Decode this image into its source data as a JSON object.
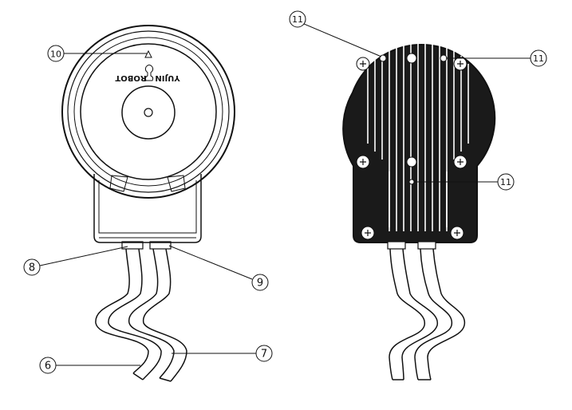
{
  "colors": {
    "stroke": "#111111",
    "plate": "#1a1a1a",
    "background": "#ffffff"
  },
  "logo": {
    "left": "ROBOT",
    "right": "YUJIN"
  },
  "callouts": {
    "c6": "6",
    "c7": "7",
    "c8": "8",
    "c9": "9",
    "c10": "10",
    "c11a": "11",
    "c11b": "11",
    "c11c": "11"
  }
}
